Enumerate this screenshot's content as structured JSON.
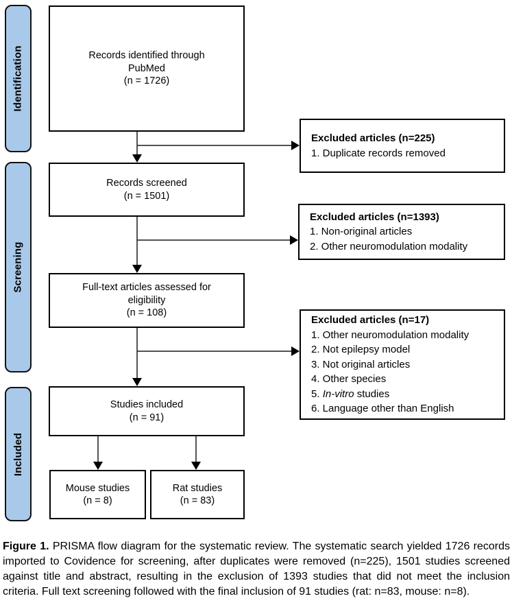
{
  "sidebar": {
    "identification": "Identification",
    "screening": "Screening",
    "included": "Included"
  },
  "flow": {
    "identified": "Records identified through\nPubMed\n(n = 1726)",
    "screened": "Records screened\n(n = 1501)",
    "fulltext": "Full-text articles assessed for\neligibility\n(n = 108)",
    "included": "Studies included\n(n = 91)",
    "mouse": "Mouse studies\n(n = 8)",
    "rat": "Rat studies\n(n = 83)"
  },
  "excluded": [
    {
      "title": "Excluded articles (n=225)",
      "items": [
        "1. Duplicate records removed"
      ]
    },
    {
      "title": "Excluded articles (n=1393)",
      "items": [
        "1. Non-original articles",
        "2. Other neuromodulation modality"
      ]
    },
    {
      "title": "Excluded articles (n=17)",
      "items": [
        "1. Other neuromodulation modality",
        "2. Not epilepsy model",
        "3. Not original articles",
        "4. Other species"
      ],
      "item5": {
        "num": "5. ",
        "italic": "In-vitro",
        "rest": " studies"
      },
      "item6": "6. Language other than English"
    }
  ],
  "caption": {
    "label": "Figure 1.",
    "text": " PRISMA flow diagram for the systematic review. The systematic search yielded 1726 records imported to Covidence for screening, after duplicates were removed (n=225), 1501 studies screened against title and abstract, resulting in the exclusion of 1393 studies that did not meet the inclusion criteria. Full text screening followed with the final inclusion of 91 studies (rat: n=83, mouse: n=8)."
  },
  "colors": {
    "sidebar_fill": "#A9C9EA",
    "border": "#000000",
    "box_fill": "#FFFFFF"
  }
}
